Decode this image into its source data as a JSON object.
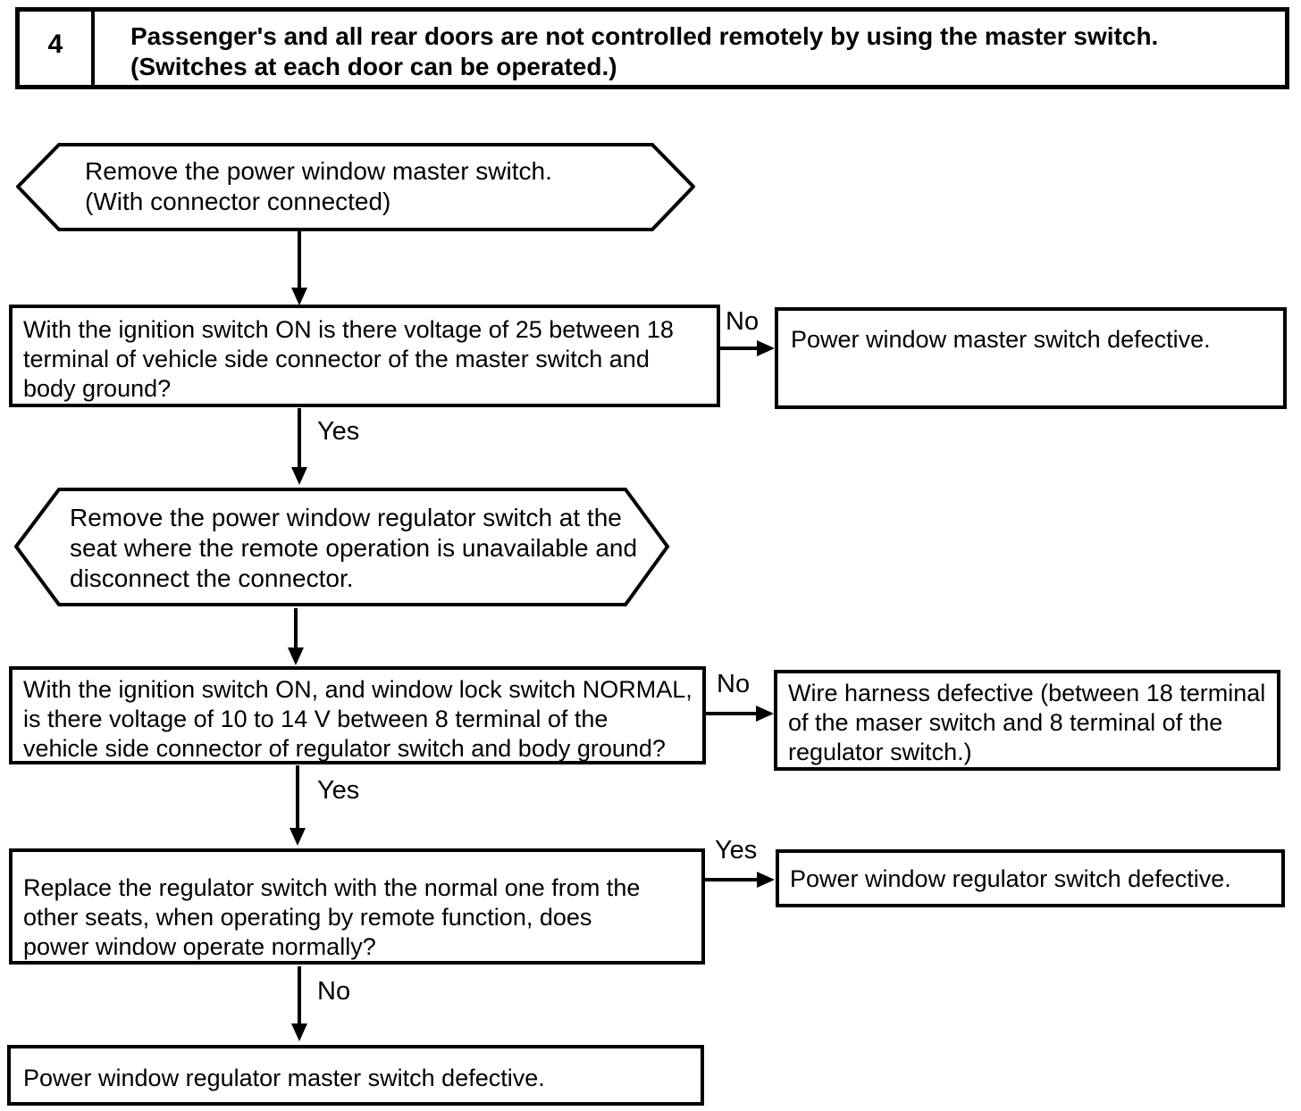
{
  "header": {
    "number": "4",
    "title": "Passenger's and all rear doors are not controlled remotely by using the master switch.\n(Switches at each door can be operated.)"
  },
  "hex1": {
    "text": "Remove the power window master switch.\n(With connector connected)"
  },
  "q1": {
    "text": "With the ignition switch ON is there voltage of 25 between 18\nterminal of vehicle side connector of the master switch and\nbody ground?",
    "no_label": "No",
    "yes_label": "Yes"
  },
  "r1": {
    "text": "Power window master switch defective."
  },
  "hex2": {
    "text": "Remove the power window regulator switch at the\nseat where the remote operation is unavailable and\ndisconnect the connector."
  },
  "q2": {
    "text": "With the ignition switch ON, and window lock switch NORMAL,\nis there voltage of 10 to 14 V between 8 terminal of the\nvehicle side connector of regulator switch and body ground?",
    "no_label": "No",
    "yes_label": "Yes"
  },
  "r2": {
    "text": "Wire harness defective (between 18 terminal\nof the maser switch and 8 terminal of the\nregulator switch.)"
  },
  "q3": {
    "text": "Replace the regulator switch with the normal one from the\nother seats, when operating by remote function, does\npower window operate normally?",
    "yes_label": "Yes",
    "no_label": "No"
  },
  "r3": {
    "text": "Power window regulator switch defective."
  },
  "final": {
    "text": "Power window regulator master switch defective."
  },
  "colors": {
    "ink": "#000000",
    "paper": "#ffffff"
  }
}
